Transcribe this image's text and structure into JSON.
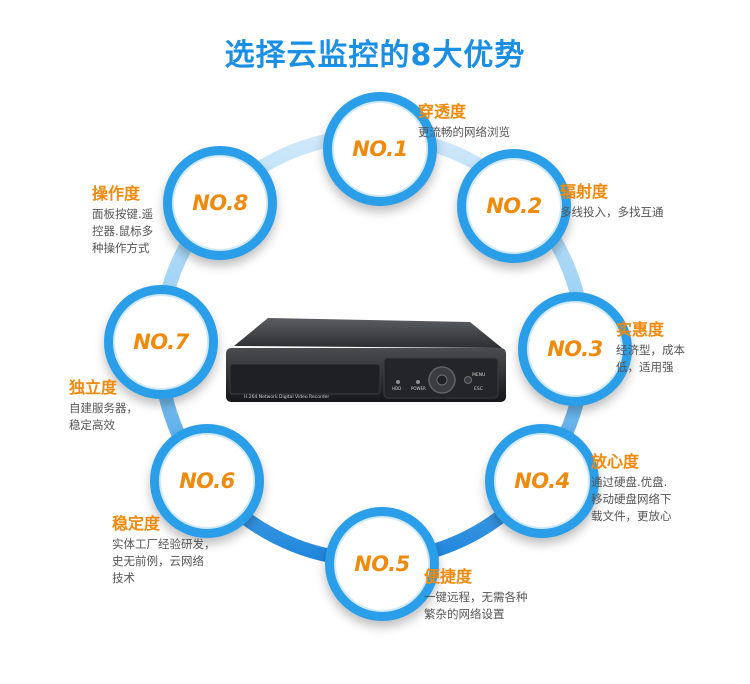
{
  "title": "选择云监控的8大优势",
  "badges": [
    "NO.1",
    "NO.2",
    "NO.3",
    "NO.4",
    "NO.5",
    "NO.6",
    "NO.7",
    "NO.8"
  ],
  "features": [
    {
      "heading": "穿透度",
      "lines": [
        "更流畅的网络浏览"
      ]
    },
    {
      "heading": "辐射度",
      "lines": [
        "多线投入，多找互通"
      ]
    },
    {
      "heading": "实惠度",
      "lines": [
        "经济型，成本",
        "低，适用强"
      ]
    },
    {
      "heading": "放心度",
      "lines": [
        "通过硬盘.优盘.",
        "移动硬盘网络下",
        "载文件，更放心"
      ]
    },
    {
      "heading": "便捷度",
      "lines": [
        "一键远程，无需各种",
        "繁杂的网络设置"
      ]
    },
    {
      "heading": "稳定度",
      "lines": [
        "实体工厂经验研发，",
        "史无前例，云网络",
        "技术"
      ]
    },
    {
      "heading": "独立度",
      "lines": [
        "自建服务器，",
        "稳定高效"
      ]
    },
    {
      "heading": "操作度",
      "lines": [
        "面板按键.遥",
        "控器.鼠标多",
        "种操作方式"
      ]
    }
  ],
  "device": {
    "front_label": "H.264 Network Digital Video Recorder",
    "hdd_label": "HDD",
    "power_label": "POWER",
    "menu_label": "MENU",
    "esc_label": "ESC"
  },
  "colors": {
    "title": "#1a8fe3",
    "ring": "#2a9ee8",
    "accent": "#f08a0c",
    "text": "#555555"
  }
}
